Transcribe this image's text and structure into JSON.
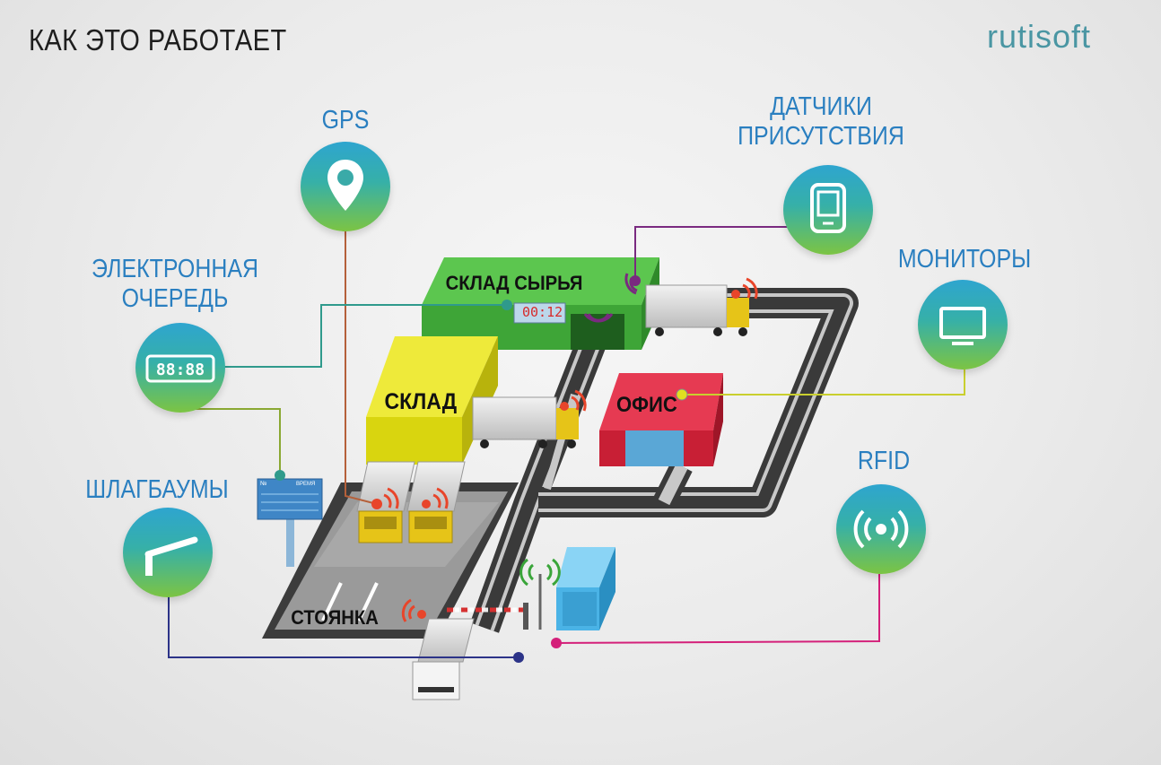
{
  "header": {
    "title": "КАК ЭТО РАБОТАЕТ",
    "brand": "rutisoft"
  },
  "features": {
    "gps": {
      "label": "GPS",
      "icon": "map-pin-icon"
    },
    "presence": {
      "line1": "ДАТЧИКИ",
      "line2": "ПРИСУТСТВИЯ",
      "icon": "tablet-icon"
    },
    "queue": {
      "line1": "ЭЛЕКТРОННАЯ",
      "line2": "ОЧЕРЕДЬ",
      "icon": "digital-display-icon",
      "display": "88:88"
    },
    "monitors": {
      "label": "МОНИТОРЫ",
      "icon": "monitor-icon"
    },
    "barriers": {
      "label": "ШЛАГБАУМЫ",
      "icon": "barrier-gate-icon"
    },
    "rfid": {
      "label": "RFID",
      "icon": "rfid-signal-icon"
    }
  },
  "scene": {
    "raw_warehouse": "СКЛАД СЫРЬЯ",
    "warehouse": "СКЛАД",
    "office": "ОФИС",
    "parking": "СТОЯНКА",
    "clock": "00:12",
    "board_col1": "№",
    "board_col2": "ВРЕМЯ"
  },
  "colors": {
    "label_blue": "#2a7fc0",
    "brand_teal": "#4a96a3",
    "green_building": "#43b43b",
    "yellow_building": "#e2de1c",
    "red_building": "#d8293e",
    "gps_line": "#b5603a",
    "queue_line": "#2f9a8c",
    "presence_line": "#7a2a80",
    "monitor_line": "#8aa832",
    "barrier_line": "#2c3388",
    "rfid_line": "#d4207a"
  }
}
